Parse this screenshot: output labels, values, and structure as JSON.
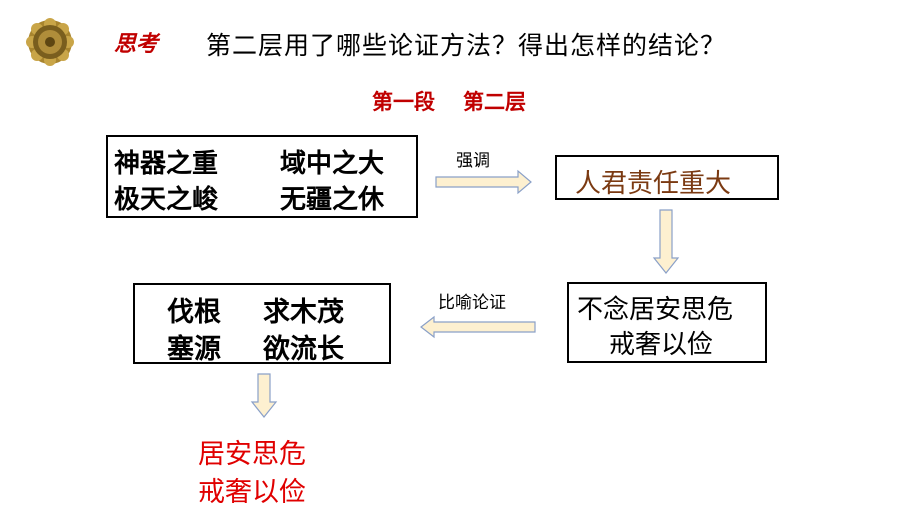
{
  "header": {
    "think_label": "思考",
    "question": "第二层用了哪些论证方法？得出怎样的结论？"
  },
  "subtitle": {
    "part1": "第一段",
    "part2": "第二层"
  },
  "box_top_left": {
    "row1_left": "神器之重",
    "row1_right": "域中之大",
    "row2_left": "极天之峻",
    "row2_right": "无疆之休"
  },
  "arrow_emphasis_label": "强调",
  "box_top_right": {
    "text": "人君责任重大"
  },
  "box_mid_right": {
    "line1": "不念居安思危",
    "line2": "戒奢以俭"
  },
  "arrow_metaphor_label": "比喻论证",
  "box_mid_left": {
    "row1_left": "伐根",
    "row1_right": "求木茂",
    "row2_left": "塞源",
    "row2_right": "欲流长"
  },
  "conclusion": {
    "line1": "居安思危",
    "line2": "戒奢以俭"
  },
  "colors": {
    "accent_red": "#c00000",
    "conclusion_red": "#e00000",
    "brown_text": "#7b3a12",
    "arrow_fill": "#fdf0d0",
    "arrow_stroke": "#8aa0c8"
  },
  "icons": {
    "logo": "bronze-mirror-emblem-icon"
  }
}
